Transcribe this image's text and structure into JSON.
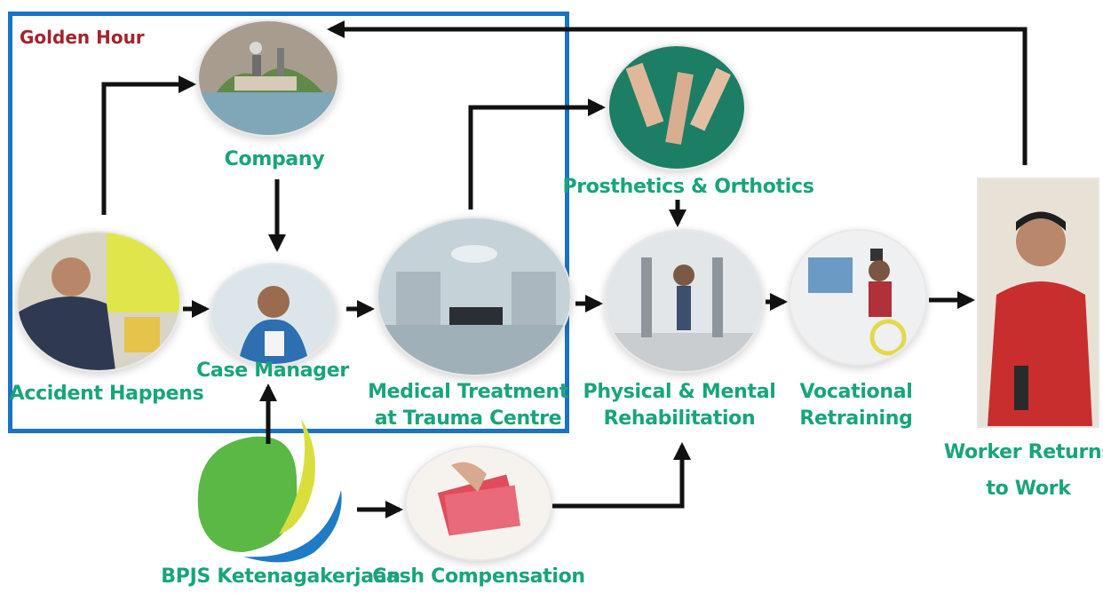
{
  "diagram": {
    "golden_hour": "Golden Hour",
    "nodes": {
      "company": "Company",
      "accident": "Accident Happens",
      "case_manager": "Case Manager",
      "medical_l1": "Medical Treatment",
      "medical_l2": "at Trauma Centre",
      "prosthetics": "Prosthetics & Orthotics",
      "rehab_l1": "Physical & Mental",
      "rehab_l2": "Rehabilitation",
      "vocational_l1": "Vocational",
      "vocational_l2": "Retraining",
      "worker_l1": "Worker Returns",
      "worker_l2": "to Work",
      "bpjs": "BPJS Ketenagakerjaan",
      "cash": "Cash Compensation"
    },
    "colors": {
      "label": "#17a57a",
      "golden_hour": "#a3252b",
      "box": "#1a73c7",
      "arrow": "#111111"
    }
  }
}
